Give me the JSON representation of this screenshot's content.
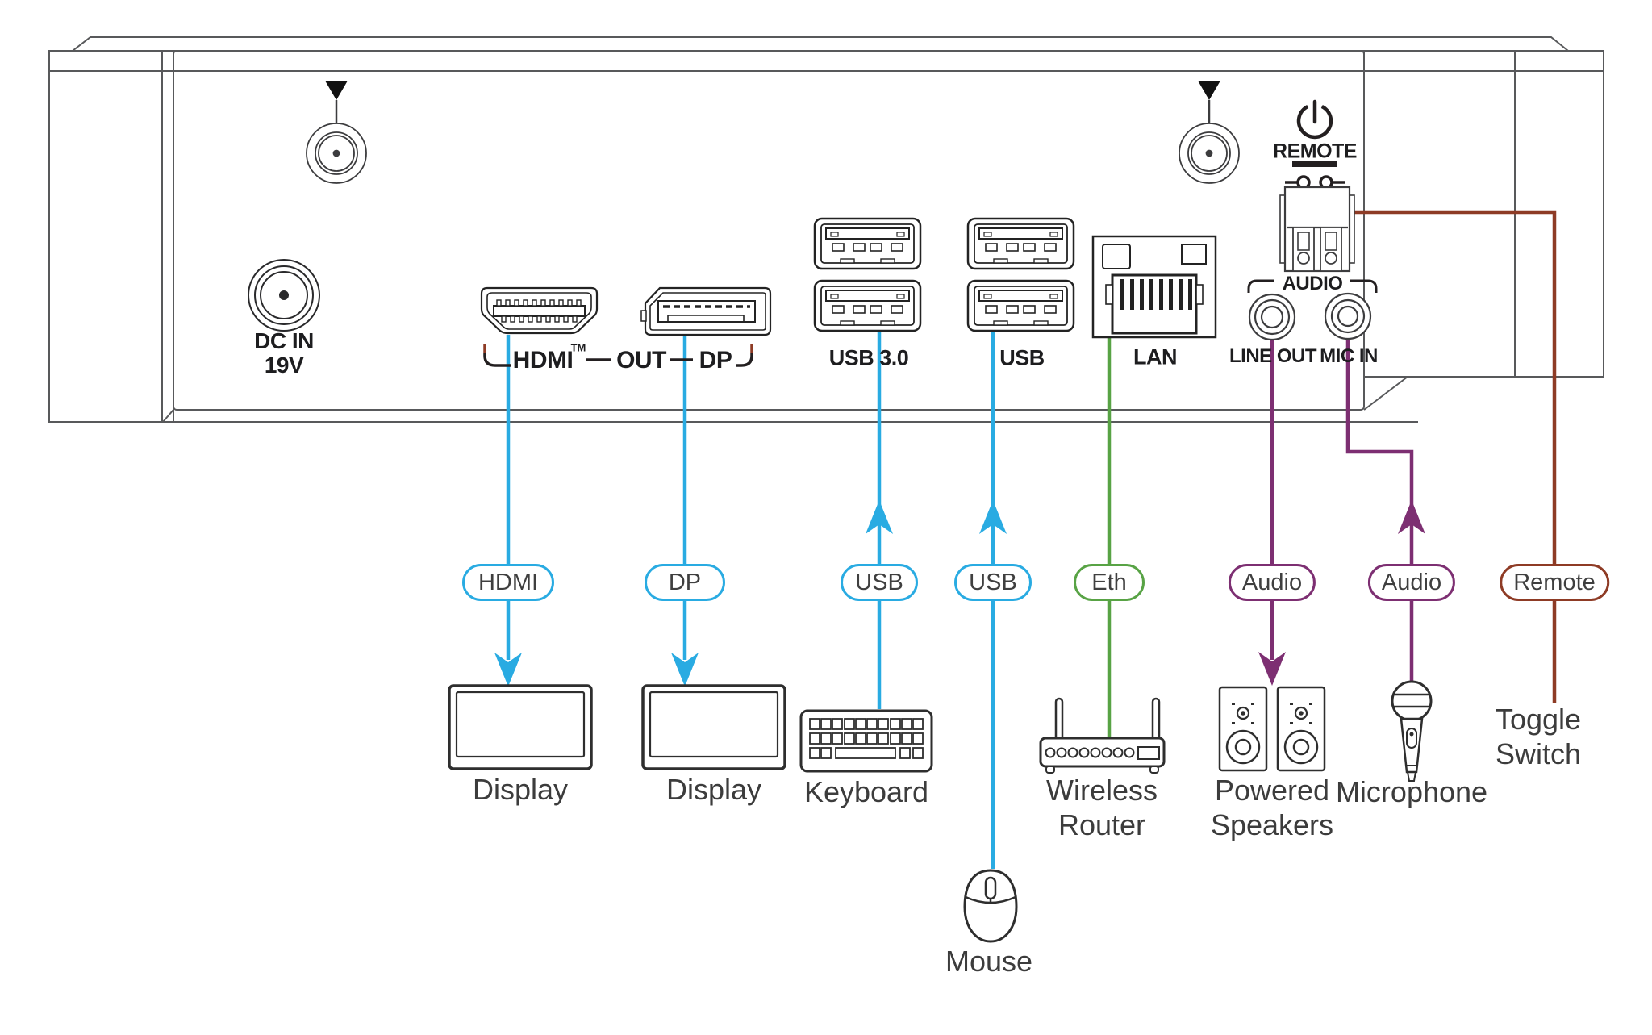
{
  "colors": {
    "cyan": "#29ABE2",
    "green": "#58A345",
    "purple": "#7D2F72",
    "maroon": "#8E3B25"
  },
  "panel": {
    "dc_in_line1": "DC IN",
    "dc_in_line2": "19V",
    "hdmi_label": "HDMI",
    "hdmi_tm": "TM",
    "out_label": "OUT",
    "dp_label": "DP",
    "usb3_label": "USB 3.0",
    "usb_label": "USB",
    "lan_label": "LAN",
    "remote_label": "REMOTE",
    "audio_label": "AUDIO",
    "line_out_label": "LINE OUT",
    "mic_in_label": "MIC IN"
  },
  "pills": [
    {
      "label": "HDMI",
      "color": "#29ABE2"
    },
    {
      "label": "DP",
      "color": "#29ABE2"
    },
    {
      "label": "USB",
      "color": "#29ABE2"
    },
    {
      "label": "USB",
      "color": "#29ABE2"
    },
    {
      "label": "Eth",
      "color": "#58A345"
    },
    {
      "label": "Audio",
      "color": "#7D2F72"
    },
    {
      "label": "Audio",
      "color": "#7D2F72"
    },
    {
      "label": "Remote",
      "color": "#8E3B25"
    }
  ],
  "devices": {
    "display1": "Display",
    "display2": "Display",
    "keyboard": "Keyboard",
    "mouse": "Mouse",
    "router_line1": "Wireless",
    "router_line2": "Router",
    "speakers_line1": "Powered",
    "speakers_line2": "Speakers",
    "microphone": "Microphone",
    "toggle_line1": "Toggle",
    "toggle_line2": "Switch"
  }
}
